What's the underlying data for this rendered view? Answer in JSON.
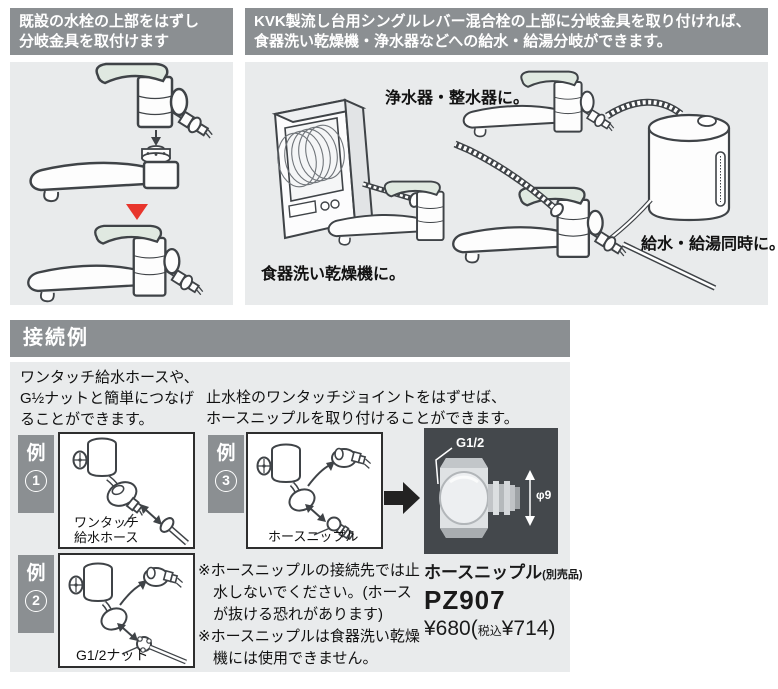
{
  "colors": {
    "header_bg": "#8b8f92",
    "panel_bg": "#e9ebec",
    "photo_bg": "#44484c",
    "accent_red": "#e8352c",
    "line_art": "#3f4347"
  },
  "left_section": {
    "header_lines": [
      "既設の水栓の上部をはずし",
      "分岐金具を取付けます"
    ]
  },
  "right_section": {
    "header_lines": [
      "KVK製流し台用シングルレバー混合栓の上部に分岐金具を取り付ければ、",
      "食器洗い乾燥機・浄水器などへの給水・給湯分岐ができます。"
    ],
    "labels": {
      "purifier": "浄水器・整水器に。",
      "dishwasher": "食器洗い乾燥機に。",
      "simultaneous": "給水・給湯同時に。"
    }
  },
  "connection": {
    "title": "接続例",
    "lead_left_lines": [
      "ワンタッチ給水ホースや、",
      "G½ナットと簡単につなげ",
      "ることができます。"
    ],
    "lead_right_lines": [
      "止水栓のワンタッチジョイントをはずせば、",
      "ホースニップルを取り付けることができます。"
    ],
    "examples": [
      {
        "tag": "例",
        "num": "1",
        "label_lines": [
          "ワンタッチ",
          "給水ホース"
        ]
      },
      {
        "tag": "例",
        "num": "2",
        "label_lines": [
          "G1/2ナット"
        ]
      },
      {
        "tag": "例",
        "num": "3",
        "label_lines": [
          "ホースニップル"
        ]
      }
    ],
    "product": {
      "thread_label": "G1/2",
      "diameter_label": "φ9",
      "name": "ホースニップル",
      "name_note": "(別売品)",
      "model": "PZ907",
      "price_main": "¥680(",
      "price_tax_label": "税込",
      "price_tax_value": "¥714)"
    },
    "notes": [
      "※ホースニップルの接続先では止水しないでください。(ホースが抜ける恐れがあります)",
      "※ホースニップルは食器洗い乾燥機には使用できません。"
    ]
  }
}
